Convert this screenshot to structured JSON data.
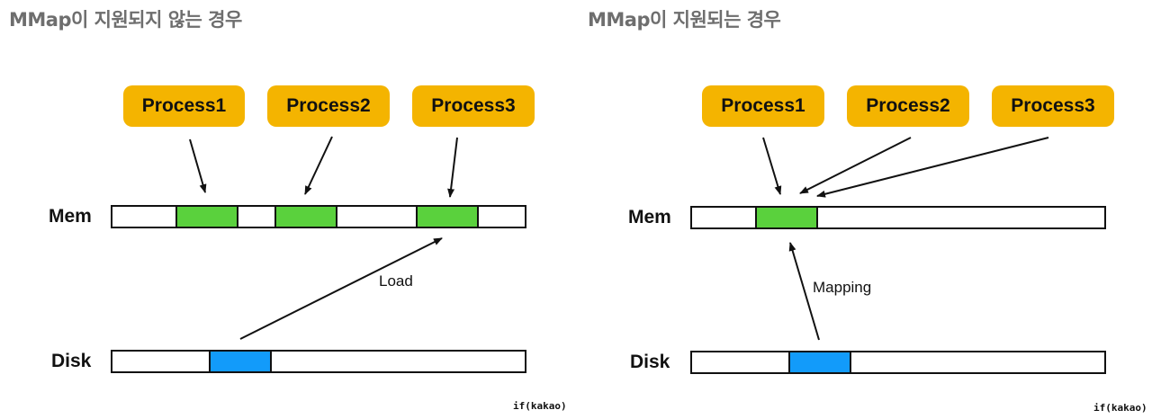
{
  "left_panel": {
    "title": "MMap이 지원되지 않는 경우",
    "processes": [
      "Process1",
      "Process2",
      "Process3"
    ],
    "mem_label": "Mem",
    "disk_label": "Disk",
    "arrow_label": "Load",
    "credit": "if(kakao)"
  },
  "right_panel": {
    "title": "MMap이 지원되는 경우",
    "processes": [
      "Process1",
      "Process2",
      "Process3"
    ],
    "mem_label": "Mem",
    "disk_label": "Disk",
    "arrow_label": "Mapping",
    "credit": "if(kakao)"
  },
  "colors": {
    "process_box": "#f4b400",
    "memory_block": "#5ad13d",
    "disk_block": "#129bfa",
    "title_text": "#6e6e6e"
  }
}
